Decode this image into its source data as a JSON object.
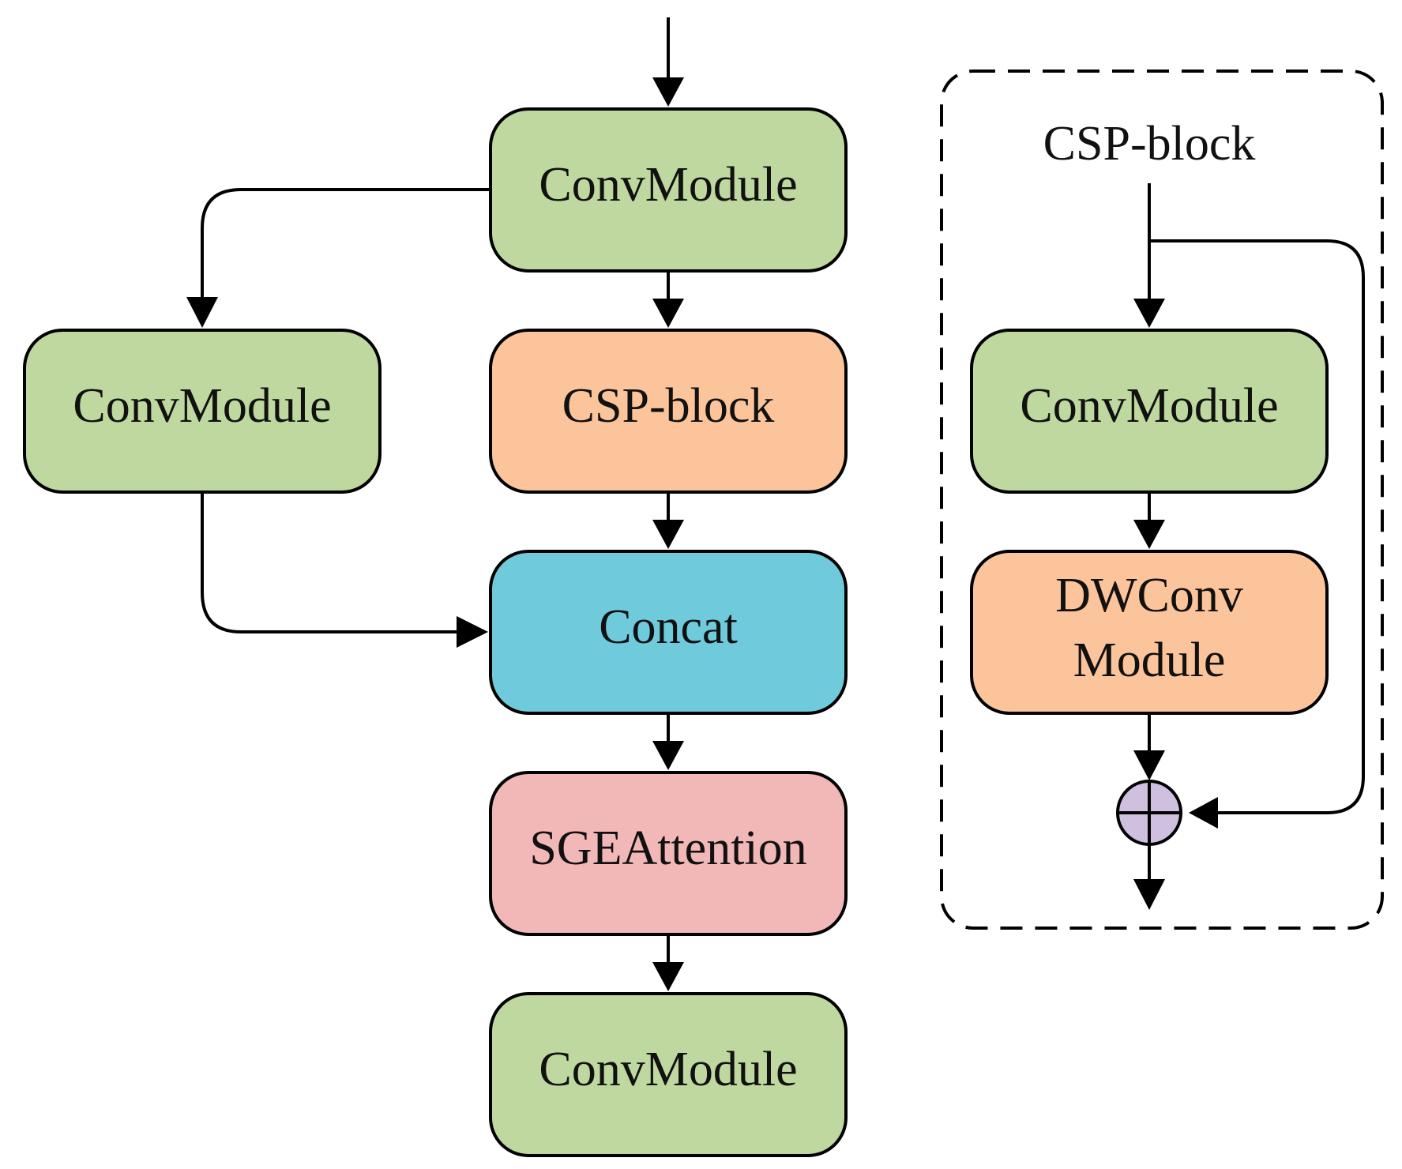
{
  "colors": {
    "conv": "#bed89f",
    "csp": "#fcc49a",
    "concat": "#6fcbdb",
    "attention": "#f2b8b8",
    "add": "#cfc0df"
  },
  "nodes": {
    "conv_top": {
      "label": "ConvModule",
      "color": "conv"
    },
    "conv_left": {
      "label": "ConvModule",
      "color": "conv"
    },
    "csp": {
      "label": "CSP-block",
      "color": "csp"
    },
    "concat": {
      "label": "Concat",
      "color": "concat"
    },
    "sge": {
      "label": "SGEAttention",
      "color": "attention"
    },
    "conv_bottom": {
      "label": "ConvModule",
      "color": "conv"
    }
  },
  "detail": {
    "title": "CSP-block",
    "conv": {
      "label": "ConvModule",
      "color": "conv"
    },
    "dwconv": {
      "label_line1": "DWConv",
      "label_line2": "Module",
      "color": "csp"
    },
    "add_icon": "circle-plus-icon"
  }
}
